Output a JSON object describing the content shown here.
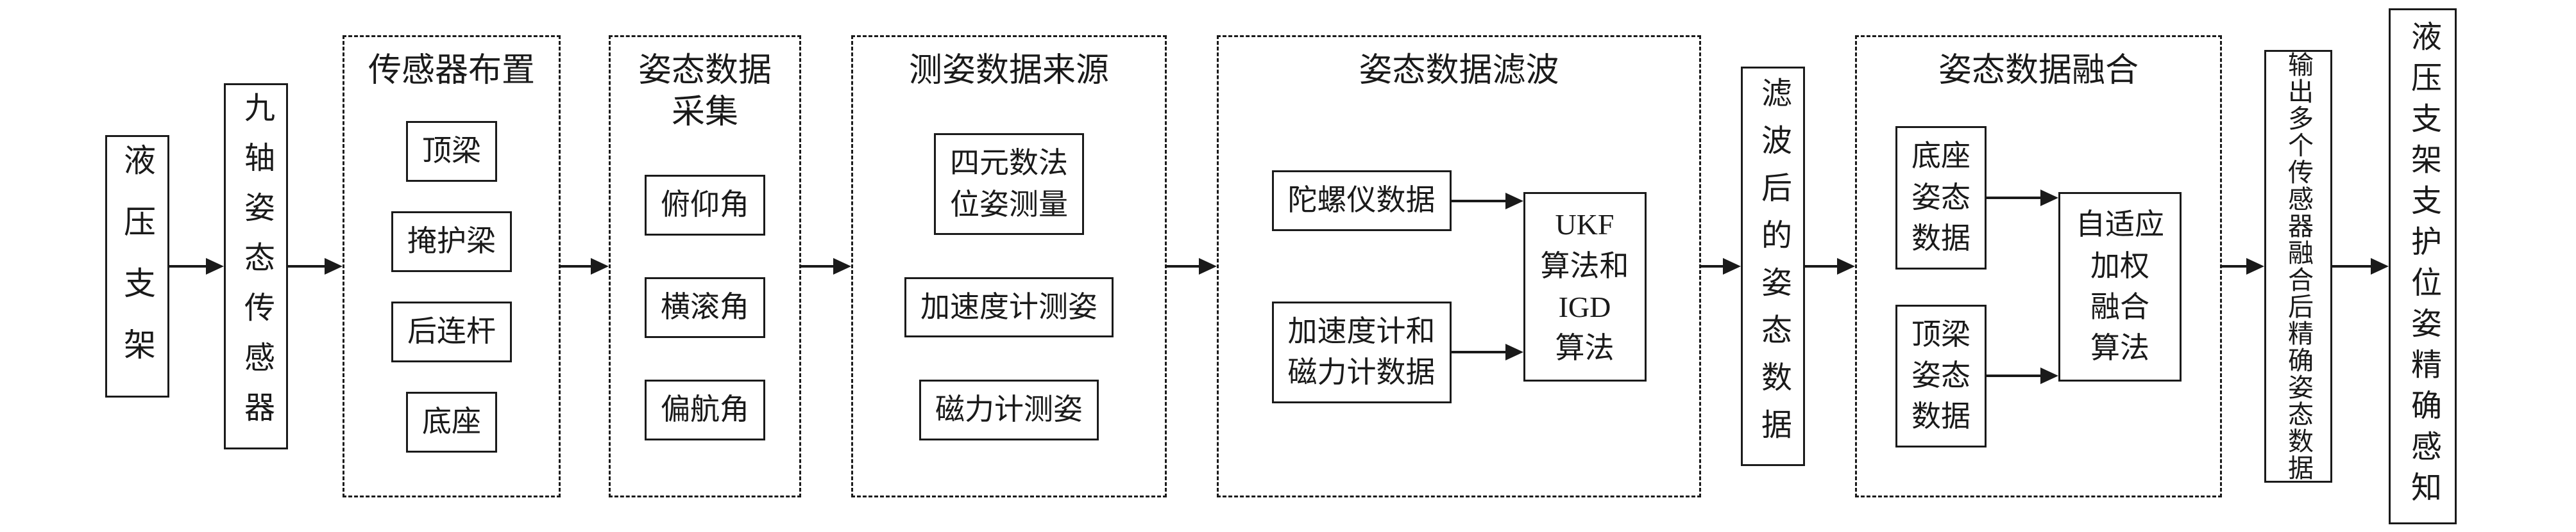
{
  "flow": {
    "hydraulic_support": "液压支架",
    "nine_axis_sensor": "九轴姿态传感器",
    "sensor_layout": {
      "title": "传感器布置",
      "items": [
        "顶梁",
        "掩护梁",
        "后连杆",
        "底座"
      ]
    },
    "attitude_acquisition": {
      "title": "姿态数据\n采集",
      "items": [
        "俯仰角",
        "横滚角",
        "偏航角"
      ]
    },
    "attitude_source": {
      "title": "测姿数据来源",
      "items": [
        "四元数法\n位姿测量",
        "加速度计测姿",
        "磁力计测姿"
      ]
    },
    "attitude_filtering": {
      "title": "姿态数据滤波",
      "inputs": [
        "陀螺仪数据",
        "加速度计和\n磁力计数据"
      ],
      "processor": "UKF\n算法和\nIGD\n算法"
    },
    "filtered_data": "滤波后的姿态数据",
    "attitude_fusion": {
      "title": "姿态数据融合",
      "inputs": [
        "底座\n姿态\n数据",
        "顶梁\n姿态\n数据"
      ],
      "processor": "自适应\n加权\n融合\n算法"
    },
    "fused_output": "输出多个传感器融合后精确姿态数据",
    "final_result": "液压支架支护位姿精确感知"
  },
  "colors": {
    "line": "#1a1a1a",
    "background": "#ffffff"
  }
}
